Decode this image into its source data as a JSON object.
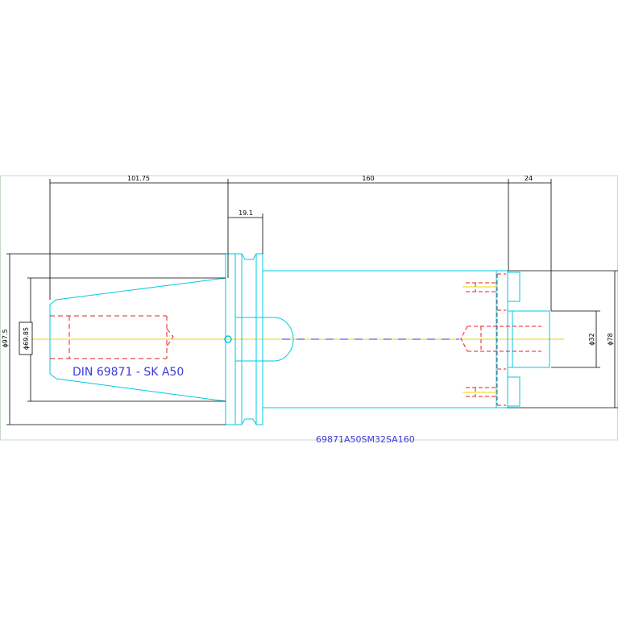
{
  "drawing": {
    "standard_label": "DIN 69871 - SK A50",
    "part_number": "69871A50SM32SA160",
    "dimensions": {
      "taper_length": "101.75",
      "body_length": "160",
      "end_length": "24",
      "flange_width": "19.1",
      "outer_diameter": "ϕ97.5",
      "taper_diameter": "ϕ69.85",
      "bore_diameter": "ϕ32",
      "body_diameter": "ϕ78"
    },
    "colors": {
      "outline": "#00c8e6",
      "hidden": "#e62020",
      "centerline": "#e6d800",
      "dimension": "#000000",
      "label": "#3b3bd6",
      "frame": "#c8d8c8"
    }
  }
}
